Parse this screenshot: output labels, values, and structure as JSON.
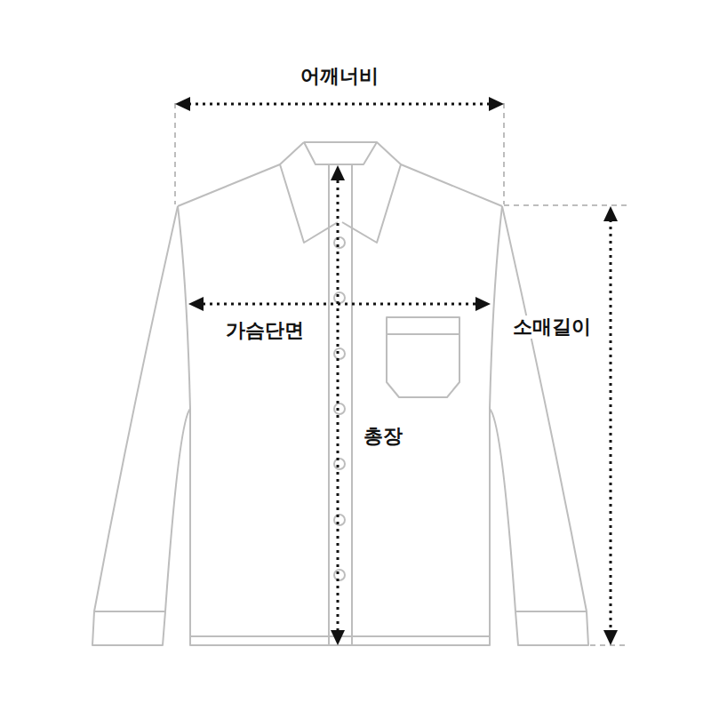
{
  "diagram": {
    "labels": [
      "어깨너비",
      "가슴단면",
      "소매길이",
      "총장"
    ]
  }
}
